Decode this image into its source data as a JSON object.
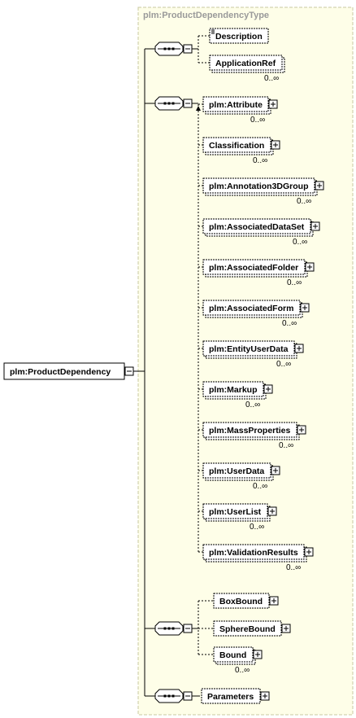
{
  "type_title": "plm:ProductDependencyType",
  "root": {
    "label": "plm:ProductDependency"
  },
  "groups": [
    {
      "elements": [
        {
          "label": "Description",
          "occurs": "",
          "expandable": false,
          "doc": true
        },
        {
          "label": "ApplicationRef",
          "occurs": "0..∞",
          "expandable": false,
          "doc": false
        }
      ]
    },
    {
      "elements": [
        {
          "label": "plm:Attribute",
          "occurs": "0..∞",
          "expandable": true
        },
        {
          "label": "Classification",
          "occurs": "0..∞",
          "expandable": true
        },
        {
          "label": "plm:Annotation3DGroup",
          "occurs": "0..∞",
          "expandable": true
        },
        {
          "label": "plm:AssociatedDataSet",
          "occurs": "0..∞",
          "expandable": true
        },
        {
          "label": "plm:AssociatedFolder",
          "occurs": "0..∞",
          "expandable": true
        },
        {
          "label": "plm:AssociatedForm",
          "occurs": "0..∞",
          "expandable": true
        },
        {
          "label": "plm:EntityUserData",
          "occurs": "0..∞",
          "expandable": true
        },
        {
          "label": "plm:Markup",
          "occurs": "0..∞",
          "expandable": true
        },
        {
          "label": "plm:MassProperties",
          "occurs": "0..∞",
          "expandable": true
        },
        {
          "label": "plm:UserData",
          "occurs": "0..∞",
          "expandable": true
        },
        {
          "label": "plm:UserList",
          "occurs": "0..∞",
          "expandable": true
        },
        {
          "label": "plm:ValidationResults",
          "occurs": "0..∞",
          "expandable": true
        }
      ]
    },
    {
      "elements": [
        {
          "label": "BoxBound",
          "occurs": "",
          "expandable": true
        },
        {
          "label": "SphereBound",
          "occurs": "",
          "expandable": true
        },
        {
          "label": "Bound",
          "occurs": "0..∞",
          "expandable": true
        }
      ]
    },
    {
      "elements": [
        {
          "label": "Parameters",
          "occurs": "",
          "expandable": true
        }
      ]
    }
  ],
  "colors": {
    "line": "#000000",
    "type_border": "#c8c8a0",
    "type_fill": "#fefee8",
    "connector_fill": "#ffffff"
  }
}
